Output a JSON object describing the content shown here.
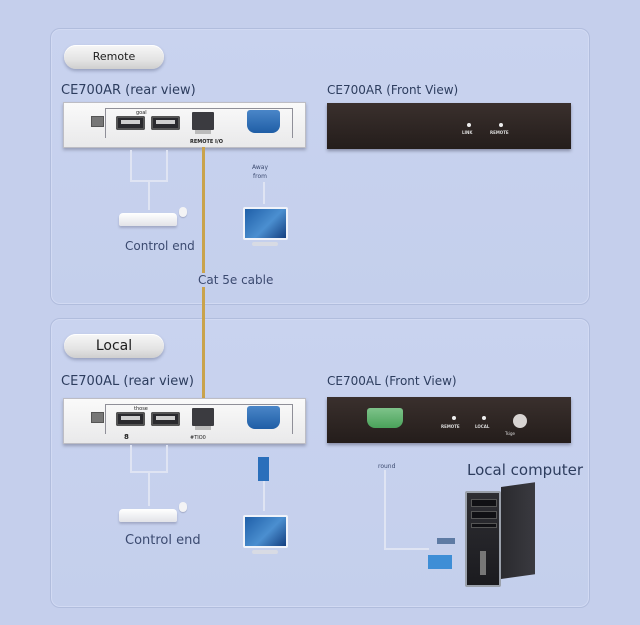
{
  "remote_section": {
    "badge": "Remote",
    "rear_title": "CE700AR (rear view)",
    "front_title": "CE700AR (Front View)",
    "rear_port_labels": {
      "usb_group": "goal",
      "rj45": "REMOTE I/O"
    },
    "front_led_labels": [
      "LINK",
      "REMOTE"
    ],
    "monitor_label": "Away\nfrom",
    "control_label": "Control end"
  },
  "cable_label": "Cat 5e cable",
  "local_section": {
    "badge": "Local",
    "rear_title": "CE700AL (rear view)",
    "front_title": "CE700AL (Front View)",
    "rear_port_labels": {
      "usb_group": "those",
      "usb_mark": "8",
      "rj45": "#TIO0"
    },
    "front_led_labels": [
      "REMOTE",
      "LOCAL"
    ],
    "front_button_label": "Tsige",
    "wire_label": "round",
    "computer_label": "Local computer",
    "control_label": "Control end"
  },
  "colors": {
    "background": "#c5cfec",
    "cable": "#c9a34c",
    "vga_blue": "#2a6fbb",
    "vga_green": "#5fb26d",
    "front_panel": "#2b2220"
  }
}
